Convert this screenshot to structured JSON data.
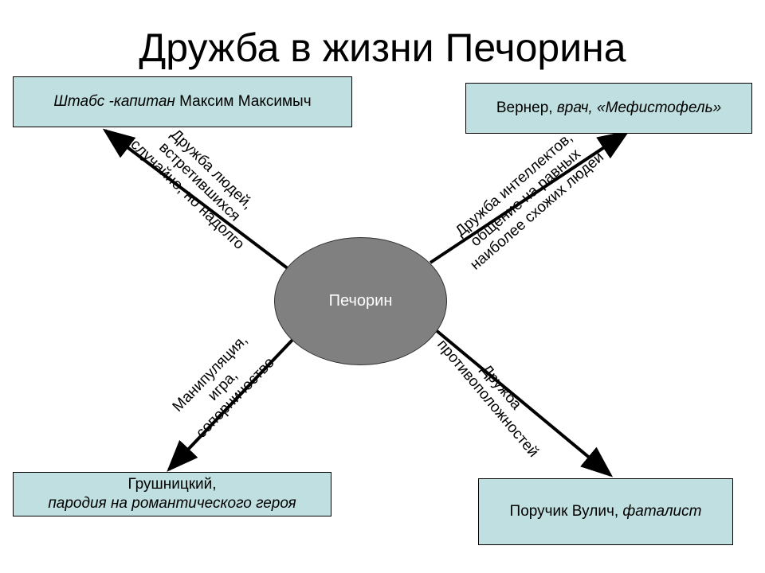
{
  "title": "Дружба в жизни Печорина",
  "center_label": "Печорин",
  "nodes": {
    "maksim": {
      "italic": "Штабс -капитан",
      "plain": " Максим Максимыч"
    },
    "werner": {
      "plain": "Вернер, ",
      "italic": "врач, «Мефистофель»"
    },
    "grushnitsky": {
      "line1": "Грушницкий,",
      "line2": "пародия на романтического героя"
    },
    "vulich": {
      "plain": "Поручик Вулич, ",
      "italic": "фаталист"
    }
  },
  "edge_labels": {
    "maksim": [
      "Дружба людей,",
      "встретившихся",
      "случайно, но надолго"
    ],
    "werner": [
      "Дружба интеллектов,",
      "общение на равных",
      "наиболее схожих людей"
    ],
    "vulich": [
      "Дружба",
      "противоположностей"
    ],
    "grushnitsky": [
      "Манипуляция,",
      "игра,",
      "соперничество"
    ]
  },
  "colors": {
    "box_fill": "#bfdfe0",
    "center_fill": "#808080",
    "center_text": "#ffffff"
  }
}
